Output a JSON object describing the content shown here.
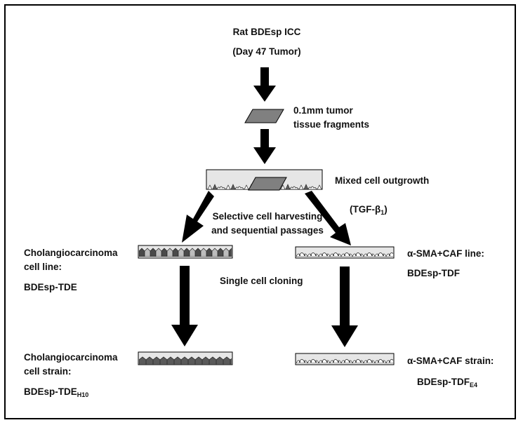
{
  "source": {
    "line1": "Rat BDEsp ICC",
    "line2": "(Day 47 Tumor)"
  },
  "fragments": {
    "line1": "0.1mm tumor",
    "line2": "tissue fragments"
  },
  "outgrowth": {
    "label": "Mixed cell outgrowth"
  },
  "harvest": {
    "line1": "Selective cell harvesting",
    "line2": "and sequential passages"
  },
  "tgf": {
    "prefix": "(TGF-β",
    "sub": "1",
    "suffix": ")"
  },
  "chol_line": {
    "line1": "Cholangiocarcinoma",
    "line2": "cell line:",
    "line3": "BDEsp-TDE"
  },
  "caf_line": {
    "line1": "α-SMA+CAF line:",
    "line2": "BDEsp-TDF"
  },
  "cloning": {
    "label": "Single cell cloning"
  },
  "chol_strain": {
    "line1": "Cholangiocarcinoma",
    "line2": "cell strain:",
    "line3_main": "BDEsp-TDE",
    "line3_sub": "H10"
  },
  "caf_strain": {
    "line1": "α-SMA+CAF strain:",
    "line2_main": "BDEsp-TDF",
    "line2_sub": "E4"
  },
  "colors": {
    "tray_fill": "#e6e6e6",
    "fragment_fill": "#808080",
    "arrow": "#000000",
    "cell_dark": "#505050",
    "cell_mid": "#9a9a9a"
  }
}
